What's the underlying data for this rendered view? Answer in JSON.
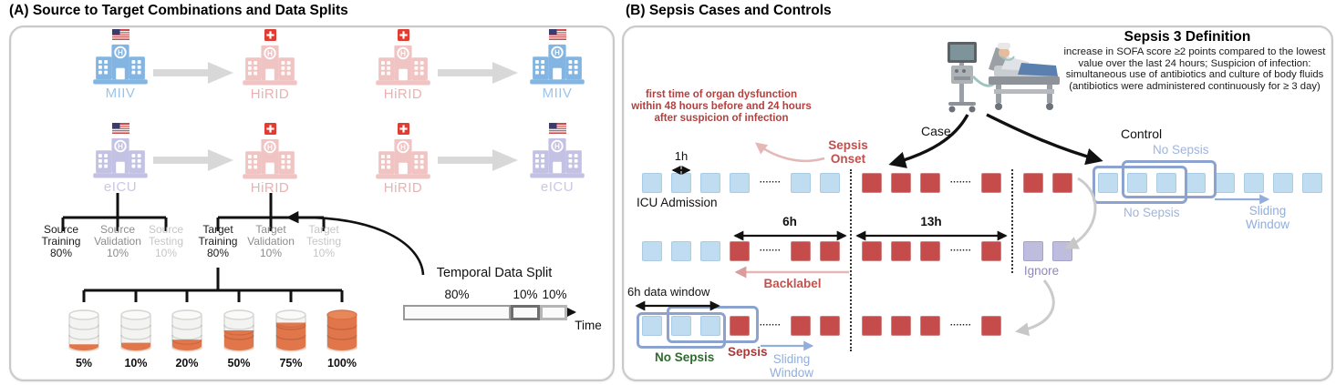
{
  "titles": {
    "a": "(A) Source to Target Combinations and Data Splits",
    "b": "(B) Sepsis Cases and Controls"
  },
  "panelA": {
    "hospital_colors": {
      "miiv": {
        "fill": "#83b5e3",
        "label": "#9cc4ea"
      },
      "hirid": {
        "fill": "#f0c4c2",
        "label": "#e9b2b0"
      },
      "eicu": {
        "fill": "#c4c2e4",
        "label": "#c9c7e8"
      }
    },
    "hospital_rows": [
      [
        {
          "label": "MIIV",
          "key": "miiv",
          "flag": "us"
        },
        {
          "label": "HiRID",
          "key": "hirid",
          "flag": "ch"
        },
        {
          "label": "HiRID",
          "key": "hirid",
          "flag": "ch"
        },
        {
          "label": "MIIV",
          "key": "miiv",
          "flag": "us"
        }
      ],
      [
        {
          "label": "eICU",
          "key": "eicu",
          "flag": "us"
        },
        {
          "label": "HiRID",
          "key": "hirid",
          "flag": "ch"
        },
        {
          "label": "HiRID",
          "key": "hirid",
          "flag": "ch"
        },
        {
          "label": "eICU",
          "key": "eicu",
          "flag": "us"
        }
      ]
    ],
    "tree": {
      "source": [
        [
          "Source",
          "Training",
          "80%"
        ],
        [
          "Source",
          "Validation",
          "10%"
        ],
        [
          "Source",
          "Testing",
          "10%"
        ]
      ],
      "target": [
        [
          "Target",
          "Training",
          "80%"
        ],
        [
          "Target",
          "Validation",
          "10%"
        ],
        [
          "Target",
          "Testing",
          "10%"
        ]
      ],
      "level_colors": [
        "#1a1a1a",
        "#8c8c8c",
        "#c6c6c6"
      ]
    },
    "cylinders": {
      "percents": [
        "5%",
        "10%",
        "20%",
        "50%",
        "75%",
        "100%"
      ],
      "values": [
        5,
        10,
        20,
        50,
        75,
        100
      ],
      "orange": "#e0764a"
    },
    "temporal": {
      "title": "Temporal Data Split",
      "seg1": "80%",
      "seg2": "10%",
      "seg3": "10%",
      "time": "Time"
    }
  },
  "panelB": {
    "definition": {
      "title": "Sepsis 3 Definition",
      "body": "increase in SOFA score ≥2 points compared to the lowest value over the last 24 hours; Suspicion of infection: simultaneous use of antibiotics and culture of body fluids (antibiotics were administered continuously for ≥ 3 day)"
    },
    "labels": {
      "annotation": "first time of organ dysfunction within 48 hours before and 24 hours after suspicion of infection",
      "sepsis_onset": "Sepsis Onset",
      "case": "Case",
      "control": "Control",
      "icu_admission": "ICU Admission",
      "one_h": "1h",
      "six_h": "6h",
      "thirteen_h": "13h",
      "backlabel": "Backlabel",
      "ignore": "Ignore",
      "no_sepsis": "No Sepsis",
      "sliding_window": "Sliding Window",
      "sepsis": "Sepsis",
      "data_window": "6h data window"
    },
    "rows": {
      "case_row": "BBBB.BB|RRR.R|RR",
      "mid_row": "BBBR.RR|RRR.R|PP",
      "bottom_row": "BBBR.RR|RRR.R",
      "control_row": "BBBBBBBB"
    },
    "colors": {
      "blue": "#bfdcf0",
      "blue_border": "#a9cbe4",
      "red": "#c64b4b",
      "red_border": "#ce8282",
      "purple": "#bfbdde",
      "purple_border": "#a4a1cb",
      "window_border": "#8ba3ce",
      "onset_red": "#c0504d",
      "annotation_red": "#b4403e",
      "green": "#2f6b2f",
      "sliding_blue": "#92aedc",
      "periwinkle": "#9fb4de",
      "ignore_purple": "#8f88c0",
      "sepsis_label_red": "#a93a38",
      "backlabel_red": "#c4524f"
    }
  }
}
